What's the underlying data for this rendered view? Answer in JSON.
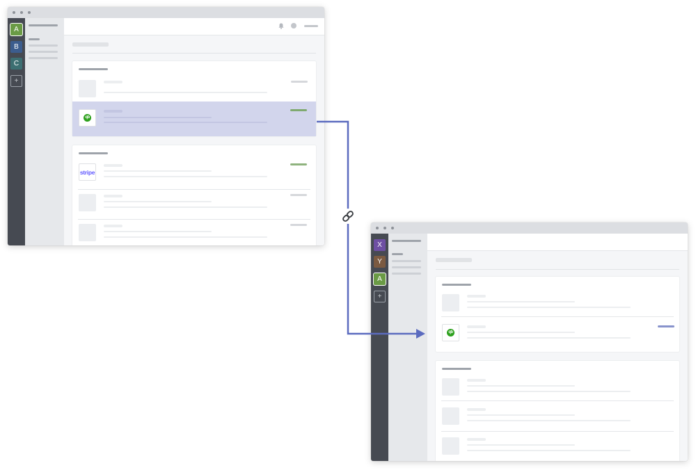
{
  "window_a": {
    "workspaces": [
      {
        "label": "A",
        "color": "#6a9a45",
        "active": true
      },
      {
        "label": "B",
        "color": "#3c5d8e",
        "active": false
      },
      {
        "label": "C",
        "color": "#3d6f72",
        "active": false
      }
    ],
    "add_label": "+",
    "stripe_logo": "stripe"
  },
  "window_b": {
    "workspaces": [
      {
        "label": "X",
        "color": "#6e4fa3",
        "active": false
      },
      {
        "label": "Y",
        "color": "#7b5a41",
        "active": false
      },
      {
        "label": "A",
        "color": "#6a9a45",
        "active": true
      }
    ],
    "add_label": "+"
  },
  "icons": {
    "quickbooks": "qb",
    "link": "link-icon"
  },
  "colors": {
    "connector": "#5b6bbf",
    "status_green": "#8fb37e",
    "status_blue": "#8893cc",
    "highlight": "#d2d5ec"
  }
}
